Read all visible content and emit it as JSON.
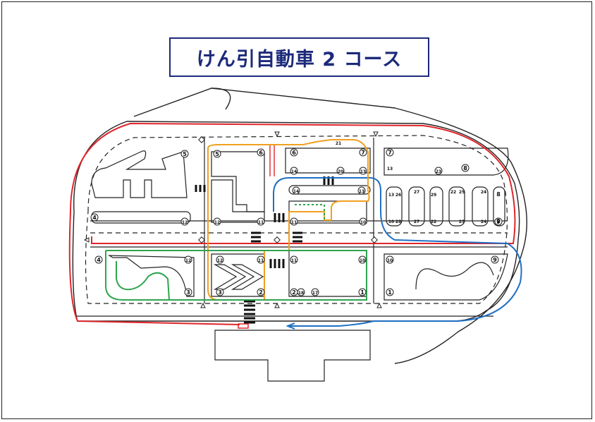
{
  "title": "けん引自動車 2 コース",
  "colors": {
    "frame": "#222222",
    "title": "#1c2a7a",
    "route_red": "#e0262b",
    "route_blue": "#1f6fc4",
    "route_orange": "#f0a020",
    "route_green": "#2ea44f",
    "route_green_dotted": "#2ea44f",
    "road": "#222222"
  },
  "markers": [
    {
      "id": "m1",
      "text": "1"
    },
    {
      "id": "m2",
      "text": "2"
    },
    {
      "id": "m3",
      "text": "3"
    },
    {
      "id": "m4",
      "text": "4"
    },
    {
      "id": "m5",
      "text": "5"
    },
    {
      "id": "m6",
      "text": "6"
    },
    {
      "id": "m7",
      "text": "7"
    },
    {
      "id": "m8",
      "text": "8"
    },
    {
      "id": "m9",
      "text": "9"
    },
    {
      "id": "m10",
      "text": "10"
    },
    {
      "id": "m11",
      "text": "11"
    },
    {
      "id": "m12",
      "text": "12"
    },
    {
      "id": "m13",
      "text": "13"
    },
    {
      "id": "m14",
      "text": "14"
    },
    {
      "id": "m17",
      "text": "17"
    },
    {
      "id": "m18",
      "text": "18"
    },
    {
      "id": "m20",
      "text": "20"
    },
    {
      "id": "m21",
      "text": "21"
    },
    {
      "id": "m22",
      "text": "22"
    },
    {
      "id": "m23",
      "text": "23"
    },
    {
      "id": "m24",
      "text": "24"
    },
    {
      "id": "m25",
      "text": "25"
    },
    {
      "id": "m26",
      "text": "26"
    },
    {
      "id": "m27",
      "text": "27"
    },
    {
      "id": "m28",
      "text": "28"
    },
    {
      "id": "m29",
      "text": "29"
    }
  ]
}
